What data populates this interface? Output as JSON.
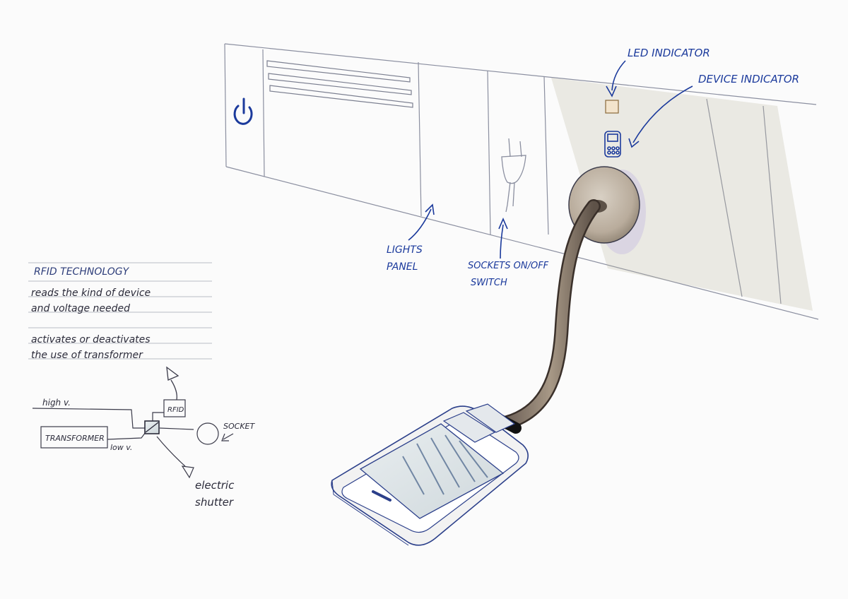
{
  "labels": {
    "led_indicator": "LED INDICATOR",
    "device_indicator": "DEVICE INDICATOR",
    "lights_panel_line1": "LIGHTS",
    "lights_panel_line2": "PANEL",
    "sockets_switch_line1": "SOCKETS ON/OFF",
    "sockets_switch_line2": "SWITCH"
  },
  "notes": {
    "heading": "RFID TECHNOLOGY",
    "line1": "reads the kind of device",
    "line2": "and voltage needed",
    "line3": "activates or deactivates",
    "line4": "the use of transformer"
  },
  "circuit": {
    "high_v": "high v.",
    "low_v": "low v.",
    "transformer": "TRANSFORMER",
    "rfid": "RFID",
    "socket": "SOCKET",
    "electric_line1": "electric",
    "electric_line2": "shutter"
  },
  "colors": {
    "ink_blue": "#1b3a9c",
    "pencil": "#6b6f80"
  }
}
